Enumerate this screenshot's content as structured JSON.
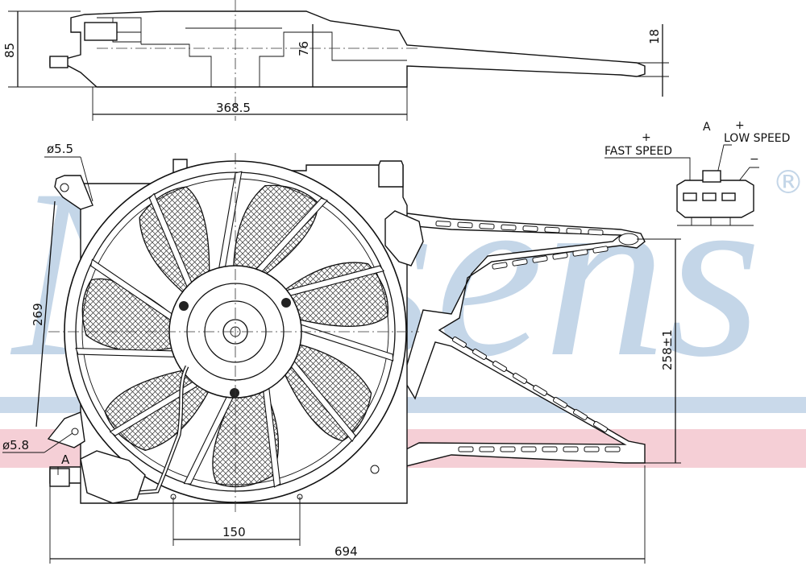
{
  "watermark": {
    "brand": "Nissens",
    "registered_mark": "®",
    "stripe_blue": "#c9d9ea",
    "stripe_red": "#f5cfd6",
    "text_color": "#c4d6e8"
  },
  "dimensions": {
    "overall_height": "85",
    "hub_depth": "76",
    "arm_thickness": "18",
    "shroud_width": "368.5",
    "hole_top": "ø5.5",
    "hole_bottom": "ø5.8",
    "vertical_mount_spacing": "269",
    "arm_mount_distance": "258±1",
    "bottom_mount_spacing": "150",
    "overall_width": "694"
  },
  "connector": {
    "view_label": "A",
    "fast_speed_label": "FAST SPEED",
    "low_speed_label": "LOW SPEED",
    "plus_fast": "+",
    "plus_low": "+",
    "minus": "−"
  },
  "view_marker": "A"
}
